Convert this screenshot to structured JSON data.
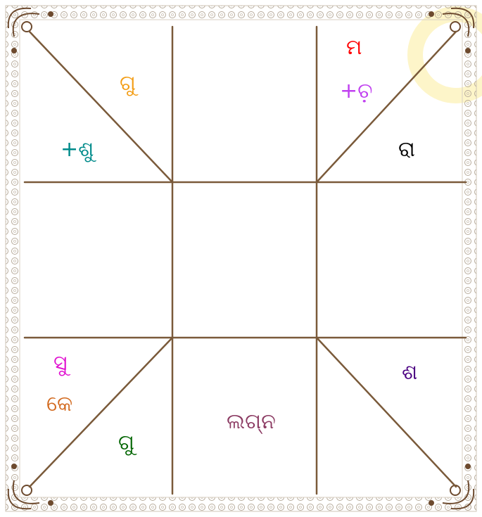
{
  "colors": {
    "background": "#ffffff",
    "grid_line": "#7a5a3a",
    "border_ornament": "#b7ab9b",
    "corner_ornament": "#6d4a2e",
    "sun_glow": "#fdf3c0"
  },
  "houses": [
    {
      "id": "h1",
      "planets": [
        {
          "text": "ଲଗ୍ନ",
          "color": "#8b3a62"
        }
      ]
    },
    {
      "id": "h2",
      "planets": [
        {
          "text": "ଗୁ",
          "color": "#006400"
        }
      ]
    },
    {
      "id": "h3",
      "planets": [
        {
          "text": "ସୁ",
          "color": "#e010d0"
        },
        {
          "text": "କେ",
          "color": "#d2691e"
        }
      ]
    },
    {
      "id": "h4",
      "planets": []
    },
    {
      "id": "h5",
      "planets": [
        {
          "text": "+ଶୁ",
          "color": "#008b8b"
        }
      ]
    },
    {
      "id": "h6",
      "planets": [
        {
          "text": "ଗୁ",
          "color": "#f39c12"
        }
      ]
    },
    {
      "id": "h7",
      "planets": []
    },
    {
      "id": "h8",
      "planets": [
        {
          "text": "ମ",
          "color": "#ff0000"
        },
        {
          "text": "+ଚ଼",
          "color": "#c040f0"
        }
      ]
    },
    {
      "id": "h9",
      "planets": [
        {
          "text": "ରା",
          "color": "#000000"
        }
      ]
    },
    {
      "id": "h10",
      "planets": []
    },
    {
      "id": "h11",
      "planets": [
        {
          "text": "ଶ",
          "color": "#4b0082"
        }
      ]
    },
    {
      "id": "h12",
      "planets": []
    }
  ]
}
